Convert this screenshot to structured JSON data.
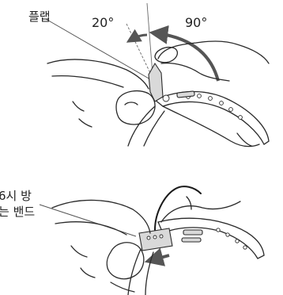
{
  "figure_top": {
    "flap_label": "플랩",
    "angle_small": "20°",
    "angle_large": "90°",
    "arrow_color": "#555555"
  },
  "figure_bottom": {
    "band_label_line1": "6시 방",
    "band_label_line2": "는 밴드",
    "arrow_color": "#555555"
  }
}
